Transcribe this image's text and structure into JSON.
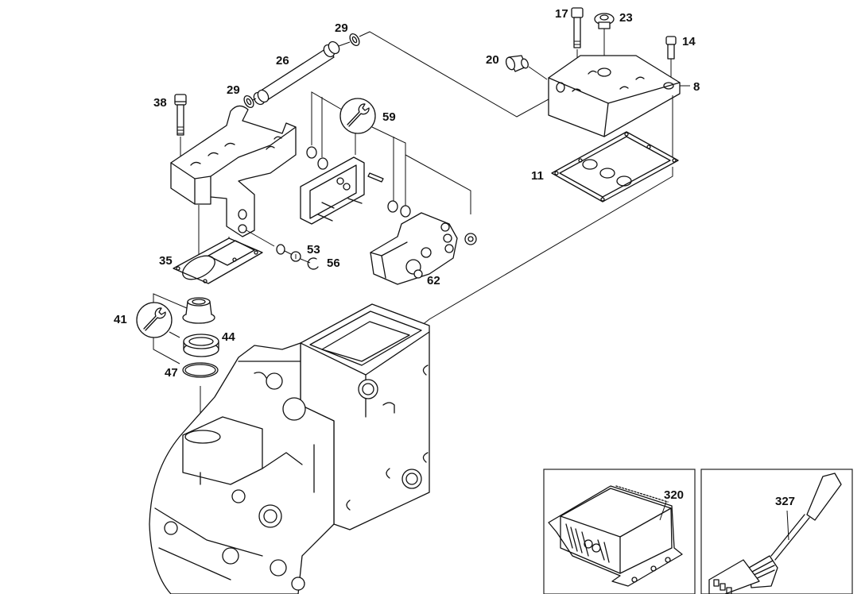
{
  "diagram": {
    "type": "exploded-parts-diagram",
    "subject": "transmission housing with control valve assembly",
    "line_color": "#111111",
    "background_color": "#ffffff",
    "callouts": {
      "c29a": "29",
      "c26": "26",
      "c29b": "29",
      "c38": "38",
      "c59": "59",
      "c17": "17",
      "c23": "23",
      "c14": "14",
      "c20": "20",
      "c8": "8",
      "c11": "11",
      "c35": "35",
      "c53": "53",
      "c56": "56",
      "c62": "62",
      "c41": "41",
      "c44": "44",
      "c47": "47",
      "c320": "320",
      "c327": "327"
    },
    "insets": [
      {
        "label": "320",
        "depicts": "electronic control unit"
      },
      {
        "label": "327",
        "depicts": "joystick control lever"
      }
    ],
    "tool_symbols": [
      {
        "label": "59",
        "icon": "wrench-icon"
      },
      {
        "label": "41",
        "icon": "wrench-icon"
      }
    ]
  }
}
